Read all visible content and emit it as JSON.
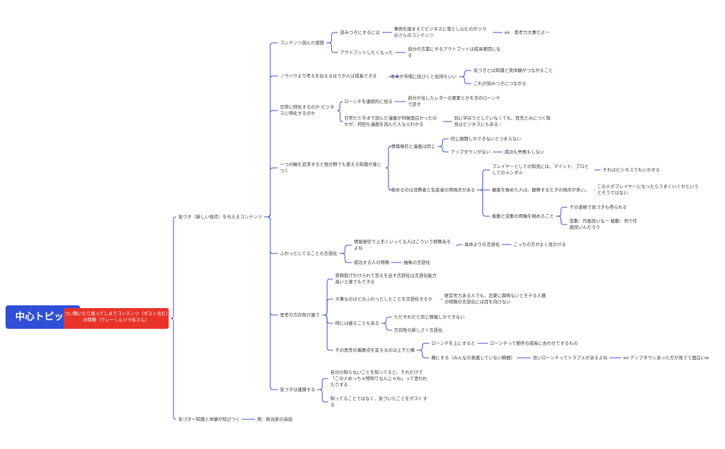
{
  "root": {
    "label": "中心トピック"
  },
  "main": {
    "label": "つい聞いたり買ってしまうコンテンツ（ポスト含む）の特徴（でぃーくんジラ谷さん）"
  },
  "colors": {
    "root_bg": "#2f4fd8",
    "main_bg": "#e8332a",
    "line": "#3b4fd6"
  },
  "nodes": [
    {
      "id": "n1",
      "text": "気づき（新しい視点）を与えるコンテンツ"
    },
    {
      "id": "n2",
      "text": "気づき＝知識と体験が結びつく"
    },
    {
      "id": "n3",
      "text": "例：政治家の演説"
    },
    {
      "id": "a1",
      "text": "コンテンツ読んだ感想"
    },
    {
      "id": "a2",
      "text": "ノウハウより考えを伝えるほうが人は成長できる"
    },
    {
      "id": "a3",
      "text": "日常に特化するのか ビジネスに特化するのか"
    },
    {
      "id": "a4",
      "text": "一つの軸を追求すると他分野でも使える知識が身につく"
    },
    {
      "id": "a5",
      "text": "ふわっとしてることの言語化"
    },
    {
      "id": "a6",
      "text": "思考の方向性が違う"
    },
    {
      "id": "a7",
      "text": "気づきは連鎖する"
    },
    {
      "id": "b1",
      "text": "読みつきにするには"
    },
    {
      "id": "b2",
      "text": "アウトプットしたくなった"
    },
    {
      "id": "b3",
      "text": "事例を踏まえてビジネスに落とし込むのがジラ谷さんのコンテンツ"
    },
    {
      "id": "b4",
      "text": "ex　思考力大事だよー"
    },
    {
      "id": "b5",
      "text": "自分の言葉にするアウトプットは成長要因になる"
    },
    {
      "id": "c1",
      "text": "考えが市場に結びくと気持ちいい"
    },
    {
      "id": "c2",
      "text": "気づきとは知識と実体験がつながること"
    },
    {
      "id": "c3",
      "text": "これが読みつきにつながる"
    },
    {
      "id": "d1",
      "text": "ローンチを連続的に見る"
    },
    {
      "id": "d2",
      "text": "自分が出したレターの要素とかを次のローンチで話す"
    },
    {
      "id": "d3",
      "text": "日常だと今まで読んだ漫画が何故面白かったのかが、何回も漫画を読んだ人ならわかる"
    },
    {
      "id": "d4",
      "text": "別に学ぼうとしていなくても、目先とみにつく知見はビジネスにもある・"
    },
    {
      "id": "e1",
      "text": "情報発信と漫画は同じ"
    },
    {
      "id": "e2",
      "text": "同じ展開しかできないとつまらない"
    },
    {
      "id": "e3",
      "text": "アップダウンがない"
    },
    {
      "id": "e4",
      "text": "成功も失敗もしない"
    },
    {
      "id": "e5",
      "text": "極めるのは消費者と生産者の両視点がある"
    },
    {
      "id": "e6",
      "text": "プレイヤーとしての知見には、マインド、プロとしてのメンタル"
    },
    {
      "id": "e7",
      "text": "それはビジネスでもいかせる"
    },
    {
      "id": "e8",
      "text": "観客を極めた人は、観察するときの視点が多い。"
    },
    {
      "id": "e9",
      "text": "この人がプレイヤーになったらうまくいくかというとそうではない"
    },
    {
      "id": "e10",
      "text": "能動と受動の両軸を極めること"
    },
    {
      "id": "e11",
      "text": "その道極で気づきも得られる"
    },
    {
      "id": "e12",
      "text": "受動：作画良いなー 能動：何で作画良いんだろう"
    },
    {
      "id": "f1",
      "text": "情報発信で上手くいってる人はこういう特徴あるよね"
    },
    {
      "id": "f2",
      "text": "具体よりの言語化"
    },
    {
      "id": "f3",
      "text": "こっちの方がよく見かける"
    },
    {
      "id": "f4",
      "text": "成功する人の特徴"
    },
    {
      "id": "f5",
      "text": "抽象の言語化"
    },
    {
      "id": "g1",
      "text": "質問投げかけられて答えを出す言語化は言語化能力高いと誰でもできる"
    },
    {
      "id": "g2",
      "text": "大事なのはどのふわっとしたことを言語化するか"
    },
    {
      "id": "g3",
      "text": "経営考力ある人でも、恋愛に興味ないとモテる人間の特徴の言語化には目を向けない"
    },
    {
      "id": "g4",
      "text": "時には被ることもある"
    },
    {
      "id": "g5",
      "text": "ただそれだと同じ情報しかできない"
    },
    {
      "id": "g6",
      "text": "方向性の新しさ＋言語化"
    },
    {
      "id": "g7",
      "text": "その思考の着眼点を変えるのは上下と横"
    },
    {
      "id": "g8",
      "text": "ローンチを上にすると"
    },
    {
      "id": "g9",
      "text": "ローンチって相手の成長に合わせてするもの"
    },
    {
      "id": "g10",
      "text": "横にする（みんなの意識していない瞬間）"
    },
    {
      "id": "g11",
      "text": "良いローンチってトラブルがあるよね"
    },
    {
      "id": "g12",
      "text": "ex アップダウンあった方が見てて面白いw"
    },
    {
      "id": "h1",
      "text": "自分の知らないことを知ってると、それだけで「この人めっちゃ物知りなんじゃね」って思われたりする"
    },
    {
      "id": "h2",
      "text": "知ってることではなく、気づいたことをポストする"
    }
  ]
}
